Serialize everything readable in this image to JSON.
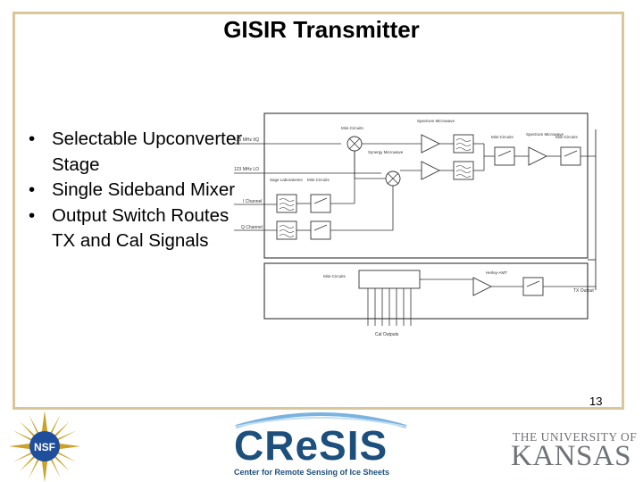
{
  "slide": {
    "title": "GISIR Transmitter",
    "bullets": [
      "Selectable Upconverter Stage",
      "Single Sideband Mixer",
      "Output Switch Routes TX and Cal Signals"
    ],
    "page_number": "13"
  },
  "diagram": {
    "inputs": [
      "125 MHz I/Q",
      "123 MHz LO",
      "I Channel",
      "Q Channel"
    ],
    "output": "TX Output",
    "cal_outputs_label": "Cal Outputs",
    "components": [
      "Mini-Circuits",
      "Spectrum Microwave",
      "Synergy Microwave",
      "Mini-Circuits",
      "Spectrum Microwave",
      "Mini-Circuits",
      "Sage Laboratories",
      "Mini-Circuits",
      "Mini-Circuits",
      "Herley-AMT"
    ]
  },
  "footer": {
    "nsf_label": "NSF",
    "cresis_name": "CReSIS",
    "cresis_tagline": "Center for Remote Sensing of Ice Sheets",
    "ku_line1": "THE UNIVERSITY OF",
    "ku_line2": "KANSAS"
  }
}
